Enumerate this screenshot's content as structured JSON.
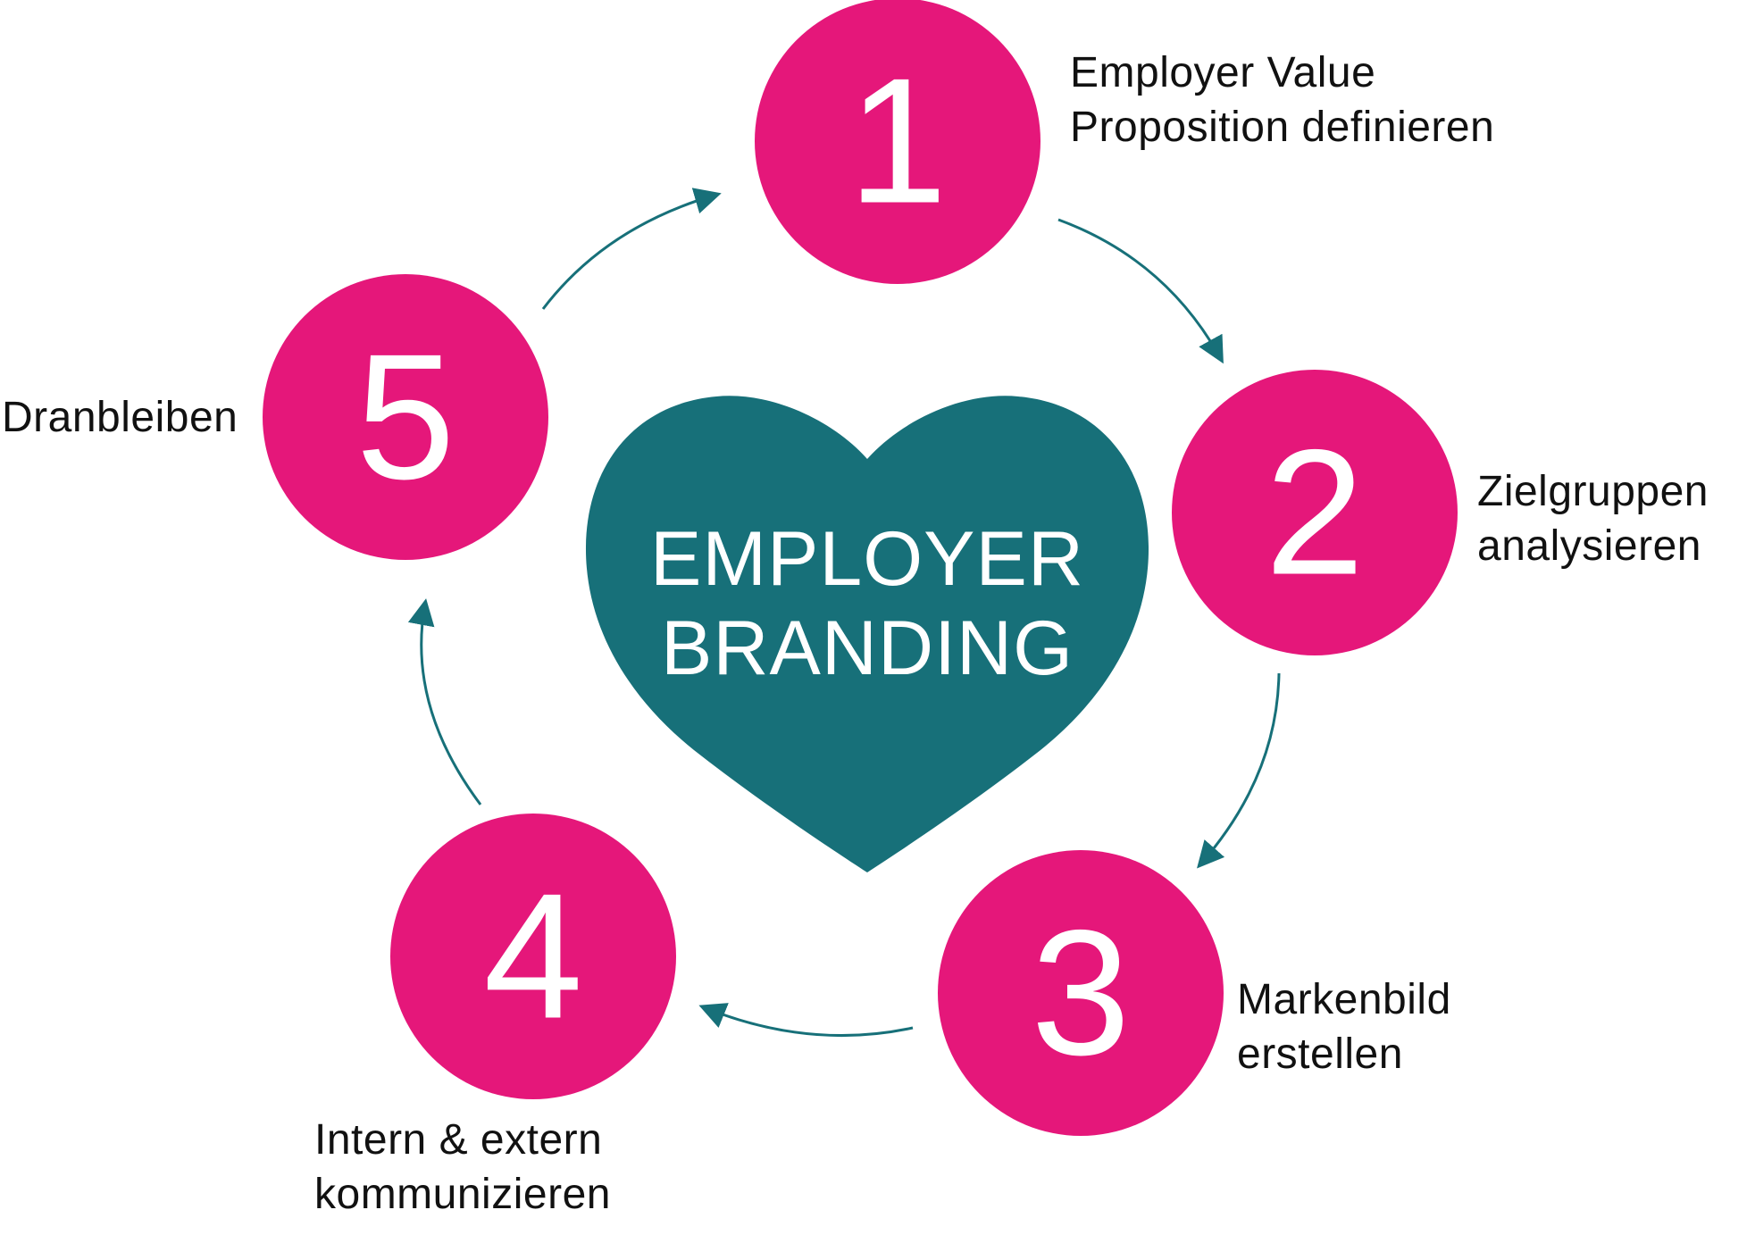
{
  "colors": {
    "circle": "#e5177a",
    "heart": "#177079",
    "arrow": "#177079",
    "number_text": "#ffffff",
    "heart_text": "#ffffff",
    "label_text": "#111111"
  },
  "center": {
    "line1": "EMPLOYER",
    "line2": "BRANDING"
  },
  "steps": [
    {
      "number": "1",
      "label_lines": [
        "Employer Value",
        "Proposition definieren"
      ]
    },
    {
      "number": "2",
      "label_lines": [
        "Zielgruppen",
        "analysieren"
      ]
    },
    {
      "number": "3",
      "label_lines": [
        "Markenbild",
        "erstellen"
      ]
    },
    {
      "number": "4",
      "label_lines": [
        "Intern & extern",
        "kommunizieren"
      ]
    },
    {
      "number": "5",
      "label_lines": [
        "Dranbleiben"
      ]
    }
  ]
}
